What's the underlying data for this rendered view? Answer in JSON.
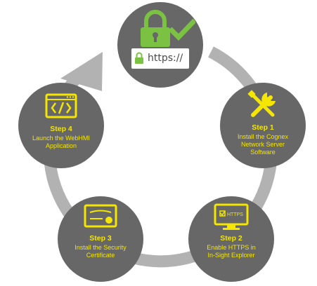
{
  "url_text": "https://",
  "steps": [
    {
      "title": "Step 1",
      "line1": "Install the Cognex",
      "line2": "Network Server",
      "line3": "Software",
      "icon": "tools-icon"
    },
    {
      "title": "Step 2",
      "line1": "Enable HTTPS in",
      "line2": "In-Sight Explorer",
      "icon": "monitor-https-icon",
      "screen_text": "HTTPS"
    },
    {
      "title": "Step 3",
      "line1": "Install the Security",
      "line2": "Certificate",
      "icon": "certificate-icon"
    },
    {
      "title": "Step 4",
      "line1": "Launch the WebHMI",
      "line2": "Application",
      "icon": "code-window-icon"
    }
  ],
  "colors": {
    "circle": "#676767",
    "accent_yellow": "#f4e600",
    "lock_green": "#7cc242",
    "arrow_gray": "#b2b2b2"
  }
}
